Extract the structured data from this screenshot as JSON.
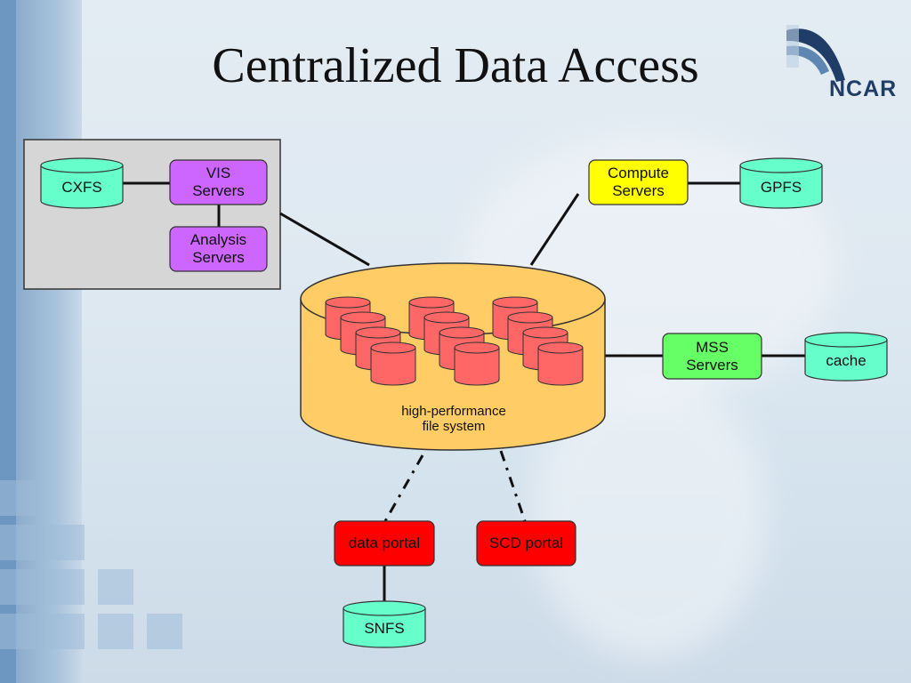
{
  "slide": {
    "title": "Centralized Data Access",
    "logo_text": "NCAR"
  },
  "diagram": {
    "nodes": {
      "cxfs": "CXFS",
      "vis_servers": "VIS\nServers",
      "analysis_servers": "Analysis\nServers",
      "compute_servers": "Compute\nServers",
      "gpfs": "GPFS",
      "mss_servers": "MSS\nServers",
      "cache": "cache",
      "hpfs": "high-performance\nfile system",
      "data_portal": "data portal",
      "scd_portal": "SCD portal",
      "snfs": "SNFS"
    },
    "colors": {
      "purple_box": "#cc66ff",
      "yellow_box": "#ffff00",
      "green_box": "#66ff66",
      "red_box": "#ff0000",
      "cylinder_mint": "#66ffcc",
      "hpfs_fill": "#ffcc66",
      "disk_fill": "#ff6666",
      "group_panel": "#d6d6d6"
    }
  }
}
